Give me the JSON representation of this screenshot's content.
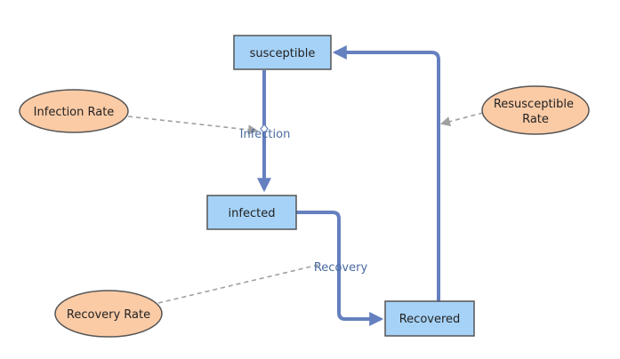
{
  "colors": {
    "stock_fill": "#a6d2f7",
    "stock_stroke": "#555555",
    "param_fill": "#fbcba6",
    "param_stroke": "#555555",
    "flow_line": "#6580bf",
    "link_line": "#a0a0a0",
    "flow_label": "#4a6aa0"
  },
  "stocks": {
    "susceptible": {
      "label": "susceptible"
    },
    "infected": {
      "label": "infected"
    },
    "recovered": {
      "label": "Recovered"
    }
  },
  "flows": {
    "infection": {
      "label": "Infection"
    },
    "recovery": {
      "label": "Recovery"
    }
  },
  "parameters": {
    "infection_rate": {
      "label": "Infection Rate"
    },
    "recovery_rate": {
      "label": "Recovery Rate"
    },
    "resusceptible_rate": {
      "lines": [
        "Resusceptible",
        "Rate"
      ]
    }
  }
}
